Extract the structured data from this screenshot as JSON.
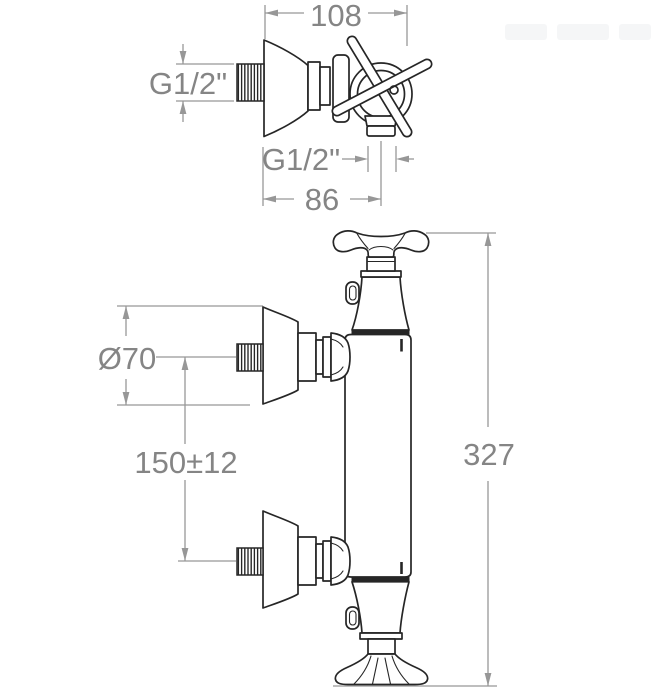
{
  "colors": {
    "outline": "#262626",
    "dimension": "#979797",
    "dimtext": "#858585",
    "background": "#ffffff"
  },
  "dims": {
    "top_width": "108",
    "inlet_thread": "G1/2\"",
    "outlet_thread": "G1/2\"",
    "wall_to_center": "86",
    "flange_diameter": "Ø70",
    "inlet_spacing": "150±12",
    "overall_height": "327"
  }
}
